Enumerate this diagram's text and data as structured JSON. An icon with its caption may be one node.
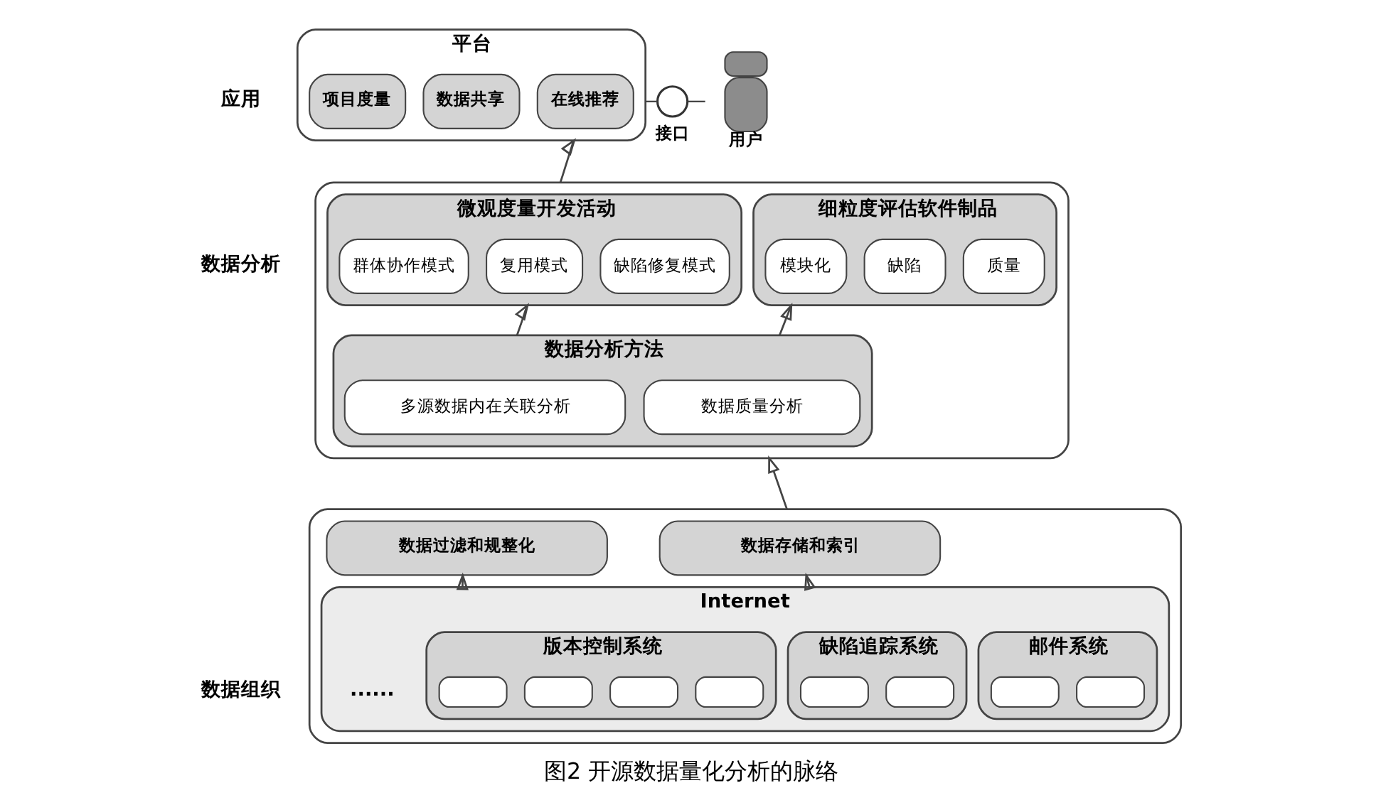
{
  "diagram": {
    "caption": "图2 开源数据量化分析的脉络",
    "nodes": [
      {
        "text": [
          "平台"
        ]
      },
      {
        "text": [
          "项目度量"
        ],
        "in": 0
      },
      {
        "text": [
          "数据共享"
        ],
        "in": 0
      },
      {
        "text": [
          "在线推荐"
        ],
        "in": 0
      },
      {
        "text": [],
        "shape": "circle",
        "beside": [
          "接口"
        ]
      },
      {
        "text": [],
        "shape": "person",
        "beside": [
          "用户"
        ]
      },
      {
        "text": [],
        "shape": "box"
      },
      {
        "text": [
          "微观度量开发活动"
        ],
        "in": 6
      },
      {
        "text": [
          "群体协作模式"
        ],
        "in": 7
      },
      {
        "text": [
          "复用模式"
        ],
        "in": 7
      },
      {
        "text": [
          "缺陷修复模式"
        ],
        "in": 7
      },
      {
        "text": [
          "细粒度评估软件制品"
        ],
        "in": 6
      },
      {
        "text": [
          "模块化"
        ],
        "in": 11
      },
      {
        "text": [
          "缺陷"
        ],
        "in": 11
      },
      {
        "text": [
          "质量"
        ],
        "in": 11
      },
      {
        "text": [
          "数据分析方法"
        ],
        "in": 6
      },
      {
        "text": [
          "多源数据内在关联分析"
        ],
        "in": 15
      },
      {
        "text": [
          "数据质量分析"
        ],
        "in": 15
      },
      {
        "text": [],
        "shape": "box"
      },
      {
        "text": [
          "数据过滤和规整化"
        ],
        "in": 18
      },
      {
        "text": [
          "数据存储和索引"
        ],
        "in": 18
      },
      {
        "text": [
          "Internet"
        ],
        "in": 18
      },
      {
        "text": [
          "版本控制系统"
        ],
        "in": 21
      },
      {
        "text": [],
        "shape": "box",
        "in": 22
      },
      {
        "text": [],
        "shape": "box",
        "in": 22
      },
      {
        "text": [],
        "shape": "box",
        "in": 22
      },
      {
        "text": [],
        "shape": "box",
        "in": 22
      },
      {
        "text": [
          "缺陷追踪系统"
        ],
        "in": 21
      },
      {
        "text": [],
        "shape": "box",
        "in": 27
      },
      {
        "text": [],
        "shape": "box",
        "in": 27
      },
      {
        "text": [
          "邮件系统"
        ],
        "in": 21
      },
      {
        "text": [],
        "shape": "box",
        "in": 30
      },
      {
        "text": [],
        "shape": "box",
        "in": 30
      }
    ],
    "edges": [
      {
        "from": 6,
        "to": 0,
        "arrow": "to"
      },
      {
        "from": 15,
        "to": 7,
        "arrow": "to"
      },
      {
        "from": 15,
        "to": 11,
        "arrow": "to"
      },
      {
        "from": 18,
        "to": 6,
        "arrow": "to"
      },
      {
        "from": 21,
        "to": 19,
        "arrow": "to"
      },
      {
        "from": 21,
        "to": 20,
        "arrow": "to"
      },
      {
        "from": 0,
        "to": 4,
        "arrow": "none"
      },
      {
        "from": 4,
        "to": 5,
        "arrow": "none"
      }
    ],
    "labels": [
      "应用",
      "数据分析",
      "数据组织",
      "......"
    ]
  }
}
